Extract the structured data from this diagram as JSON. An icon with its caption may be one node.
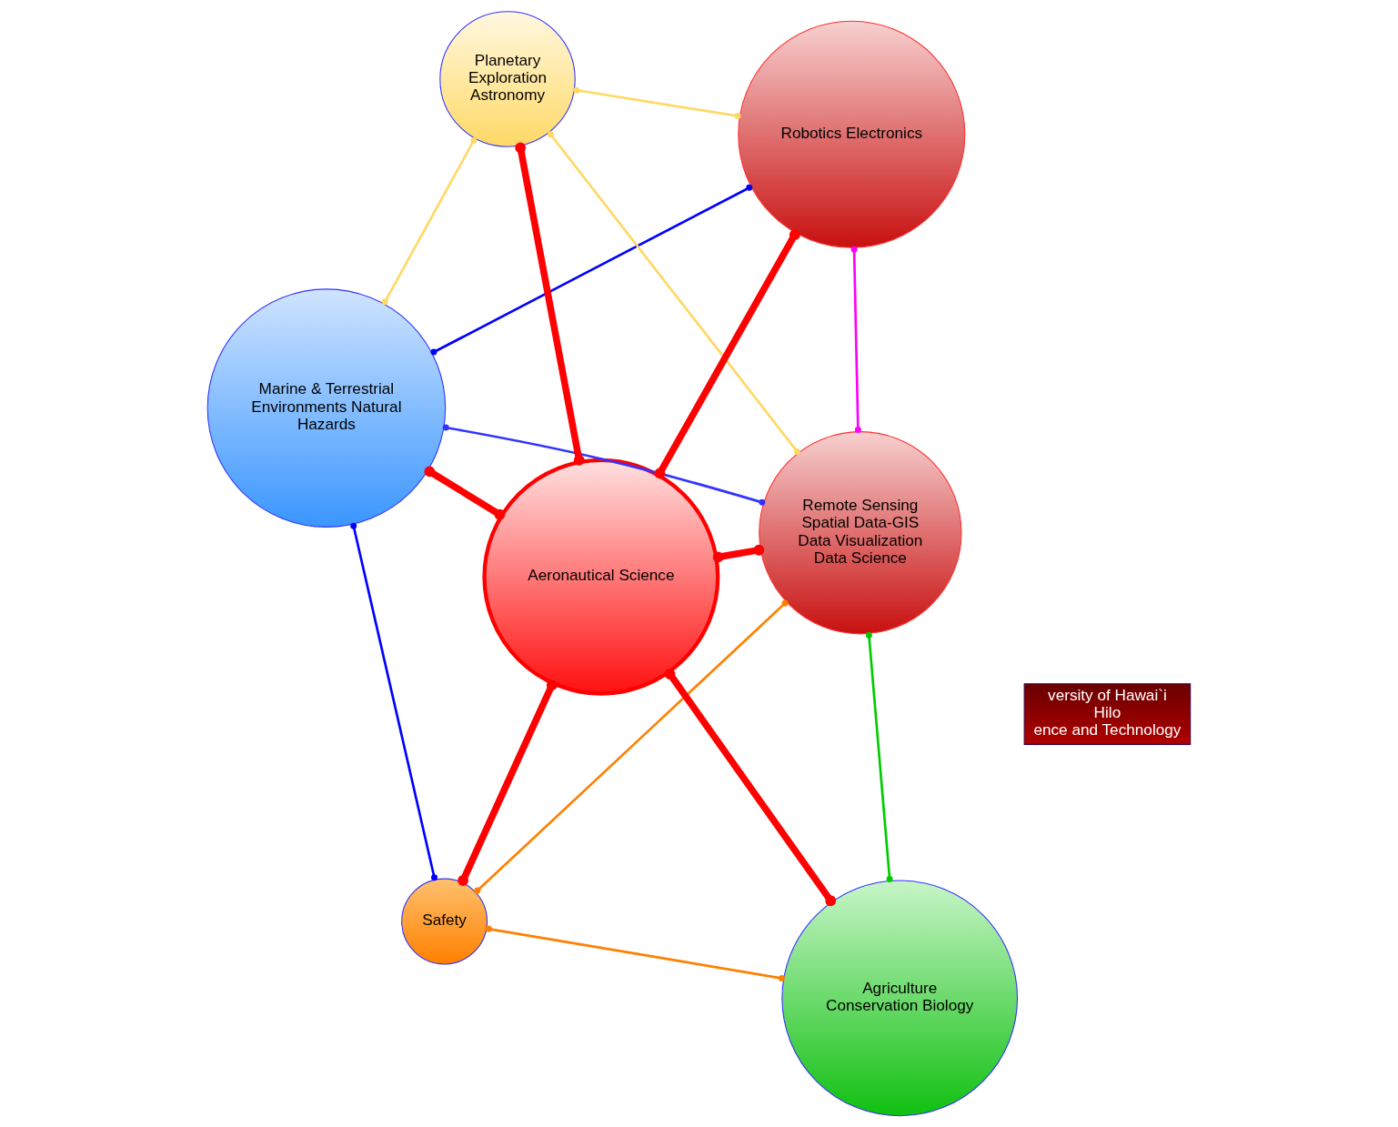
{
  "diagram": {
    "nodes": [
      {
        "text": [
          "Safety"
        ]
      },
      {
        "text": [
          "Agriculture",
          "Conservation Biology"
        ]
      },
      {
        "text": [
          "Marine & Terrestrial Environments Natural Hazards"
        ]
      },
      {
        "text": [
          "Planetary Exploration Astronomy"
        ]
      },
      {
        "text": [
          "Remote Sensing Spatial Data-GIS Data Visualization Data Science"
        ]
      },
      {
        "text": [
          "Robotics Electronics"
        ]
      },
      {
        "text": [
          "Aeronautical Science"
        ]
      },
      {
        "text": [
          "versity of Hawai`i Hilo",
          "ence and Technology"
        ]
      }
    ],
    "edges": [
      {
        "from": 1,
        "to": 0,
        "arrow": "other",
        "color": "#ff8000"
      },
      {
        "from": 0,
        "to": 4,
        "arrow": "other",
        "color": "#ff8000"
      },
      {
        "from": 0,
        "to": 2,
        "arrow": "other",
        "color": "#0000ff"
      },
      {
        "from": 0,
        "to": 6,
        "arrow": "other",
        "style": "thick"
      },
      {
        "from": 1,
        "to": 4,
        "arrow": "other",
        "color": "#00cc00"
      },
      {
        "from": 1,
        "to": 6,
        "arrow": "other",
        "style": "thick"
      },
      {
        "from": 2,
        "to": 4,
        "arrow": "other",
        "color": "#3333ff"
      },
      {
        "from": 2,
        "to": 6,
        "arrow": "other",
        "style": "thick"
      },
      {
        "from": 2,
        "to": 5,
        "arrow": "other",
        "color": "#0000ff"
      },
      {
        "from": 2,
        "to": 3,
        "arrow": "other",
        "color": "#ffd966"
      },
      {
        "from": 3,
        "to": 4,
        "arrow": "other",
        "color": "#ffd966"
      },
      {
        "from": 3,
        "to": 6,
        "arrow": "other",
        "style": "thick"
      },
      {
        "from": 3,
        "to": 5,
        "arrow": "other",
        "color": "#ffd966"
      },
      {
        "from": 4,
        "to": 5,
        "arrow": "other",
        "color": "#ff00ff"
      },
      {
        "from": 4,
        "to": 6,
        "arrow": "other",
        "style": "thick"
      },
      {
        "from": 5,
        "to": 6,
        "arrow": "other",
        "style": "thick"
      }
    ]
  }
}
